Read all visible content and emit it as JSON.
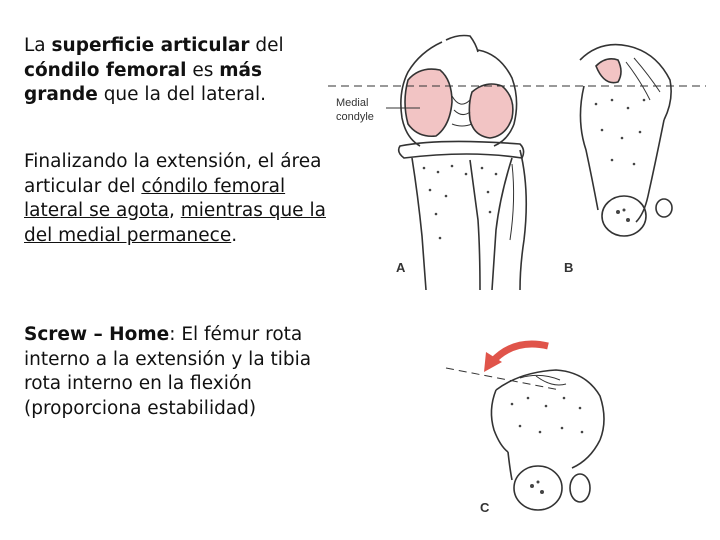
{
  "paragraphs": [
    {
      "id": "p1",
      "segments": [
        {
          "t": "La ",
          "s": ""
        },
        {
          "t": "superficie articular",
          "s": "b"
        },
        {
          "t": " del ",
          "s": ""
        },
        {
          "t": "cóndilo femoral",
          "s": "b"
        },
        {
          "t": " es ",
          "s": ""
        },
        {
          "t": "más grande",
          "s": "b"
        },
        {
          "t": " que la del lateral.",
          "s": ""
        }
      ]
    },
    {
      "id": "p2",
      "segments": [
        {
          "t": "Finalizando la extensión, el área articular del ",
          "s": ""
        },
        {
          "t": "cóndilo femoral lateral  se agota",
          "s": "u"
        },
        {
          "t": ", ",
          "s": ""
        },
        {
          "t": "mientras que la del medial permanece",
          "s": "u"
        },
        {
          "t": ".",
          "s": ""
        }
      ]
    },
    {
      "id": "p3",
      "segments": [
        {
          "t": "Screw – Home",
          "s": "b"
        },
        {
          "t": ": El fémur rota interno a la extensión y la tibia rota interno en la flexión (proporciona estabilidad)",
          "s": ""
        }
      ]
    }
  ],
  "figure": {
    "annotation_line1": "Medial",
    "annotation_line2": "condyle",
    "label_a": "A",
    "label_b": "B",
    "label_c": "C"
  },
  "colors": {
    "condyle_fill": "#f2c4c4",
    "arrow": "#e0544a",
    "ink": "#333333"
  }
}
